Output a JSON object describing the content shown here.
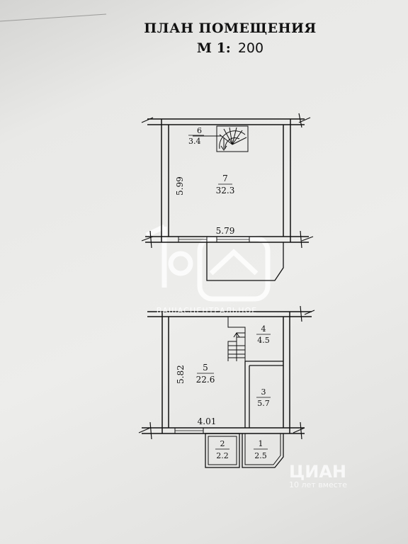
{
  "plan": {
    "title": "ПЛАН ПОМЕЩЕНИЯ",
    "scale_label": "М 1:",
    "scale_value": "200"
  },
  "upper_floor": {
    "rooms": [
      {
        "number": "6",
        "area": "3.4"
      },
      {
        "number": "7",
        "area": "32.3"
      }
    ],
    "dimensions": {
      "height": "5.99",
      "width": "5.79"
    }
  },
  "lower_floor": {
    "rooms": [
      {
        "number": "4",
        "area": "4.5"
      },
      {
        "number": "5",
        "area": "22.6"
      },
      {
        "number": "3",
        "area": "5.7"
      },
      {
        "number": "2",
        "area": "2.2"
      },
      {
        "number": "1",
        "area": "2.5"
      }
    ],
    "dimensions": {
      "height": "5.82",
      "width": "4.01"
    }
  },
  "watermark": {
    "text": "ВАШАСЦЕНТРАЛЬНОЕ"
  },
  "corner_mark": {
    "logo": "ЦИАН",
    "subtitle": "10 лет вместе"
  },
  "colors": {
    "ink": "#111111",
    "paper": "#ebebe9",
    "watermark": "#ffffff"
  }
}
